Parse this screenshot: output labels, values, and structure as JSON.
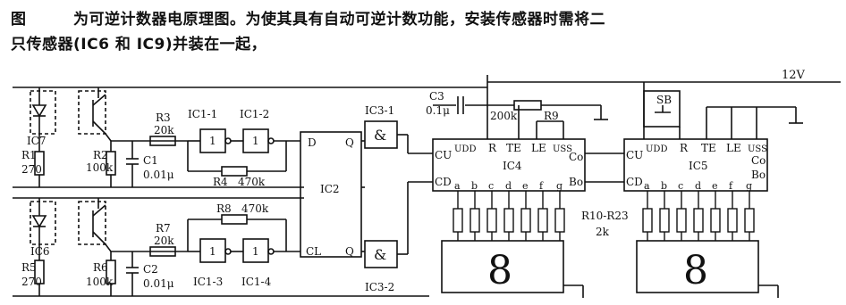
{
  "caption": {
    "line1": "图　　　为可逆计数器电原理图。为使其具有自动可逆计数功能，安装传感器时需将二",
    "line2": "只传感器(IC6 和 IC9)并装在一起，"
  },
  "supply": "12V",
  "components": {
    "ic7": "IC7",
    "r1": "R1",
    "r1_val": "270",
    "r2": "R2",
    "r2_val": "100k",
    "r3": "R3",
    "r3_val": "20k",
    "c1": "C1",
    "c1_val": "0.01μ",
    "r4": "R4",
    "r4_val": "470k",
    "ic1_1": "IC1-1",
    "ic1_2": "IC1-2",
    "ic1_3": "IC1-3",
    "ic1_4": "IC1-4",
    "gate_label": "1",
    "ic2": "IC2",
    "pin_d": "D",
    "pin_q": "Q",
    "pin_cl": "CL",
    "ic3_1": "IC3-1",
    "ic3_2": "IC3-2",
    "and_symbol": "&",
    "c3": "C3",
    "c3_val": "0.1μ",
    "r9": "R9",
    "r9_val": "200k",
    "ic6": "IC6",
    "r5": "R5",
    "r5_val": "270",
    "r6": "R6",
    "r6_val": "100k",
    "r7": "R7",
    "r7_val": "20k",
    "c2": "C2",
    "c2_val": "0.01μ",
    "r8": "R8",
    "r8_val": "470k",
    "sb": "SB",
    "ic4": "IC4",
    "ic5": "IC5",
    "r10_r23": "R10-R23",
    "r10_r23_val": "2k",
    "pin_cu": "CU",
    "pin_cd": "CD",
    "pin_udd": "UDD",
    "pin_r": "R",
    "pin_te": "TE",
    "pin_le": "LE",
    "pin_uss": "USS",
    "pin_co": "Co",
    "pin_bo": "Bo",
    "seg_pins": [
      "a",
      "b",
      "c",
      "d",
      "e",
      "f",
      "g"
    ],
    "display_digit": "8"
  }
}
